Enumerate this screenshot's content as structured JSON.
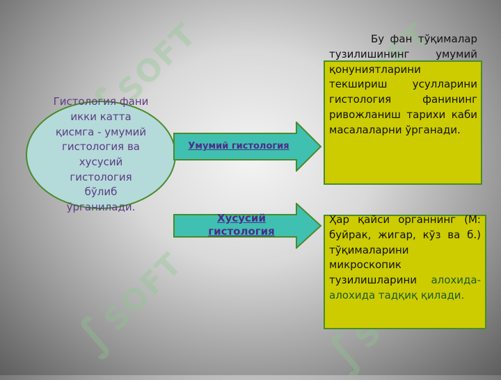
{
  "watermark": {
    "text": "SOFT",
    "color": "#8cc88c"
  },
  "circle": {
    "text": "Гистология фани икки катта қисмга - умумий гистология ва хусусий гистология бўлиб ўрганилади."
  },
  "arrows": {
    "general": {
      "label": "Умумий гистология"
    },
    "special": {
      "label": "Хусусий гистология"
    }
  },
  "boxes": {
    "general": {
      "text": "Бу фан тўқималар тузилишининг умумий қонуниятларини текшириш усулларини гистология фанининг ривожланиш тарихи каби масалаларни ўрганади."
    },
    "special": {
      "text_part1": "Ҳар қайси органнинг (М: буйрак, жигар, кўз ва б.) тўқималарини микроскопик тузилишларини ",
      "text_part2": "алохида-алохида тадқиқ қилади."
    }
  },
  "colors": {
    "circle_fill": "#b5dada",
    "arrow_fill": "#40c0b0",
    "box_fill": "#cccc00",
    "border": "#4a8a2a",
    "label_text": "#4b2c8c",
    "circle_text": "#5a3c82"
  }
}
